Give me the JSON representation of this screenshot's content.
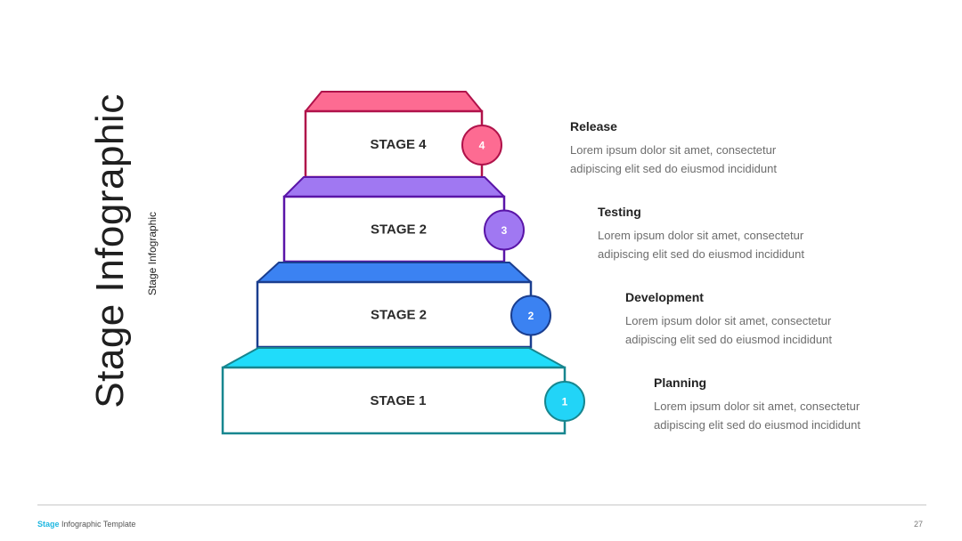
{
  "title": "Stage Infographic",
  "subtitle": "Stage Infographic",
  "steps": [
    {
      "label": "STAGE 1",
      "number": "1",
      "heading": "Planning",
      "text": "Lorem ipsum dolor sit amet, consectetur adipiscing elit sed do eiusmod incididunt",
      "stroke": "#17868f",
      "top": "#20dcfa",
      "marker": "#22d4f7"
    },
    {
      "label": "STAGE 2",
      "number": "2",
      "heading": "Development",
      "text": "Lorem ipsum dolor sit amet, consectetur adipiscing elit sed do eiusmod incididunt",
      "stroke": "#1a3e8f",
      "top": "#3b82f2",
      "marker": "#3b82f2"
    },
    {
      "label": "STAGE 2",
      "number": "3",
      "heading": "Testing",
      "text": "Lorem ipsum dolor sit amet, consectetur adipiscing elit sed do eiusmod incididunt",
      "stroke": "#5a15a8",
      "top": "#a078f2",
      "marker": "#a078f2"
    },
    {
      "label": "STAGE 4",
      "number": "4",
      "heading": "Release",
      "text": "Lorem ipsum dolor sit amet, consectetur adipiscing elit sed do eiusmod incididunt",
      "stroke": "#b0124a",
      "top": "#fd6b92",
      "marker": "#fd6b92"
    }
  ],
  "footer": {
    "accent": "Stage",
    "rest": " Infographic Template",
    "page": "27"
  }
}
